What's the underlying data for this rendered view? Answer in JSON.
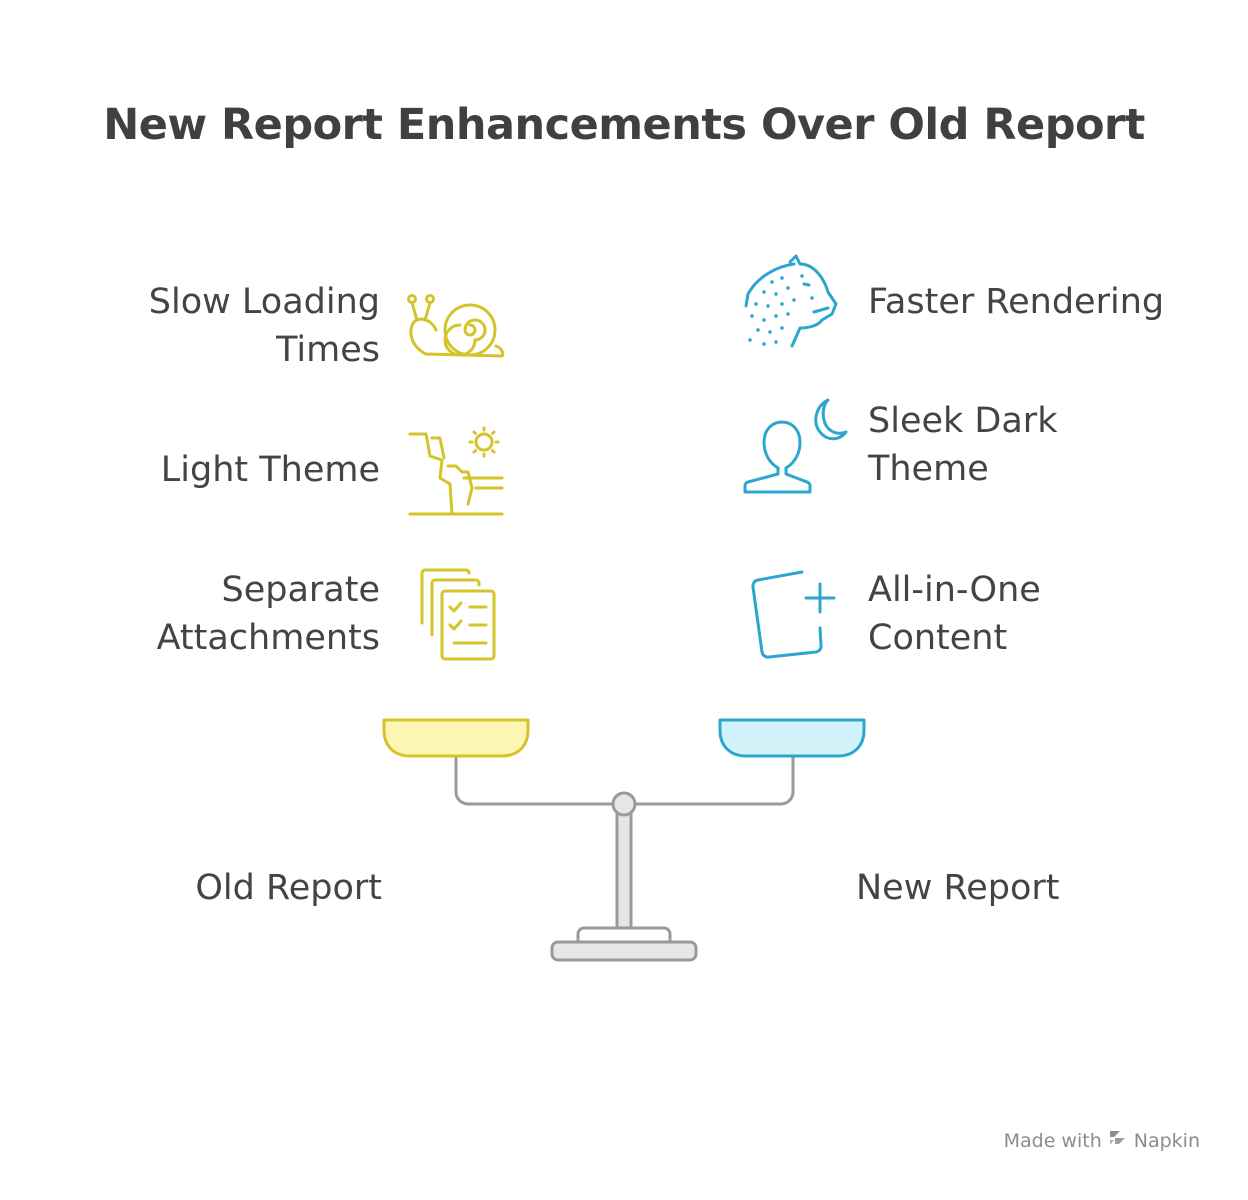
{
  "title": "New Report Enhancements Over Old Report",
  "old_report": {
    "label": "Old Report",
    "color": "#d4c42a",
    "fill": "#fbf6b4",
    "items": [
      {
        "label": "Slow Loading\nTimes",
        "icon": "snail-icon"
      },
      {
        "label": "Light Theme",
        "icon": "sunny-cliff-icon"
      },
      {
        "label": "Separate\nAttachments",
        "icon": "stacked-checklists-icon"
      }
    ]
  },
  "new_report": {
    "label": "New Report",
    "color": "#2aa6cf",
    "fill": "#d3f3fb",
    "items": [
      {
        "label": "Faster Rendering",
        "icon": "cheetah-icon"
      },
      {
        "label": "Sleek Dark\nTheme",
        "icon": "person-moon-icon"
      },
      {
        "label": "All-in-One\nContent",
        "icon": "card-plus-icon"
      }
    ]
  },
  "footer": {
    "made_with": "Made with",
    "brand": "Napkin"
  }
}
